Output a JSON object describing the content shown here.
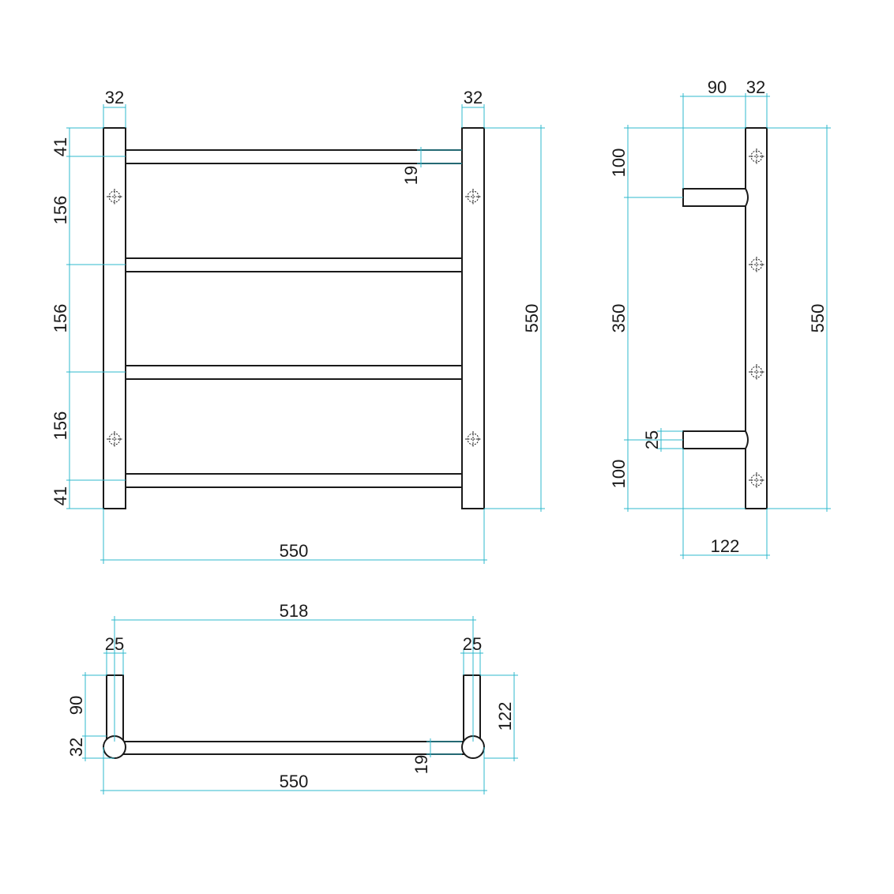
{
  "front_view": {
    "post_width_left": "32",
    "post_width_right": "32",
    "top_offset": "41",
    "bottom_offset": "41",
    "bar_spacing_1": "156",
    "bar_spacing_2": "156",
    "bar_spacing_3": "156",
    "bar_diameter": "19",
    "overall_height": "550",
    "overall_width": "550"
  },
  "side_view": {
    "standoff": "90",
    "post_width": "32",
    "top_to_bracket": "100",
    "bracket_spacing": "350",
    "bracket_height": "25",
    "bottom_to_bracket": "100",
    "overall_height": "550",
    "overall_depth": "122"
  },
  "top_view": {
    "centre_span": "518",
    "left_bracket_width": "25",
    "right_bracket_width": "25",
    "standoff": "90",
    "post_diameter": "32",
    "bar_diameter": "19",
    "overall_depth": "122",
    "overall_width": "550"
  }
}
